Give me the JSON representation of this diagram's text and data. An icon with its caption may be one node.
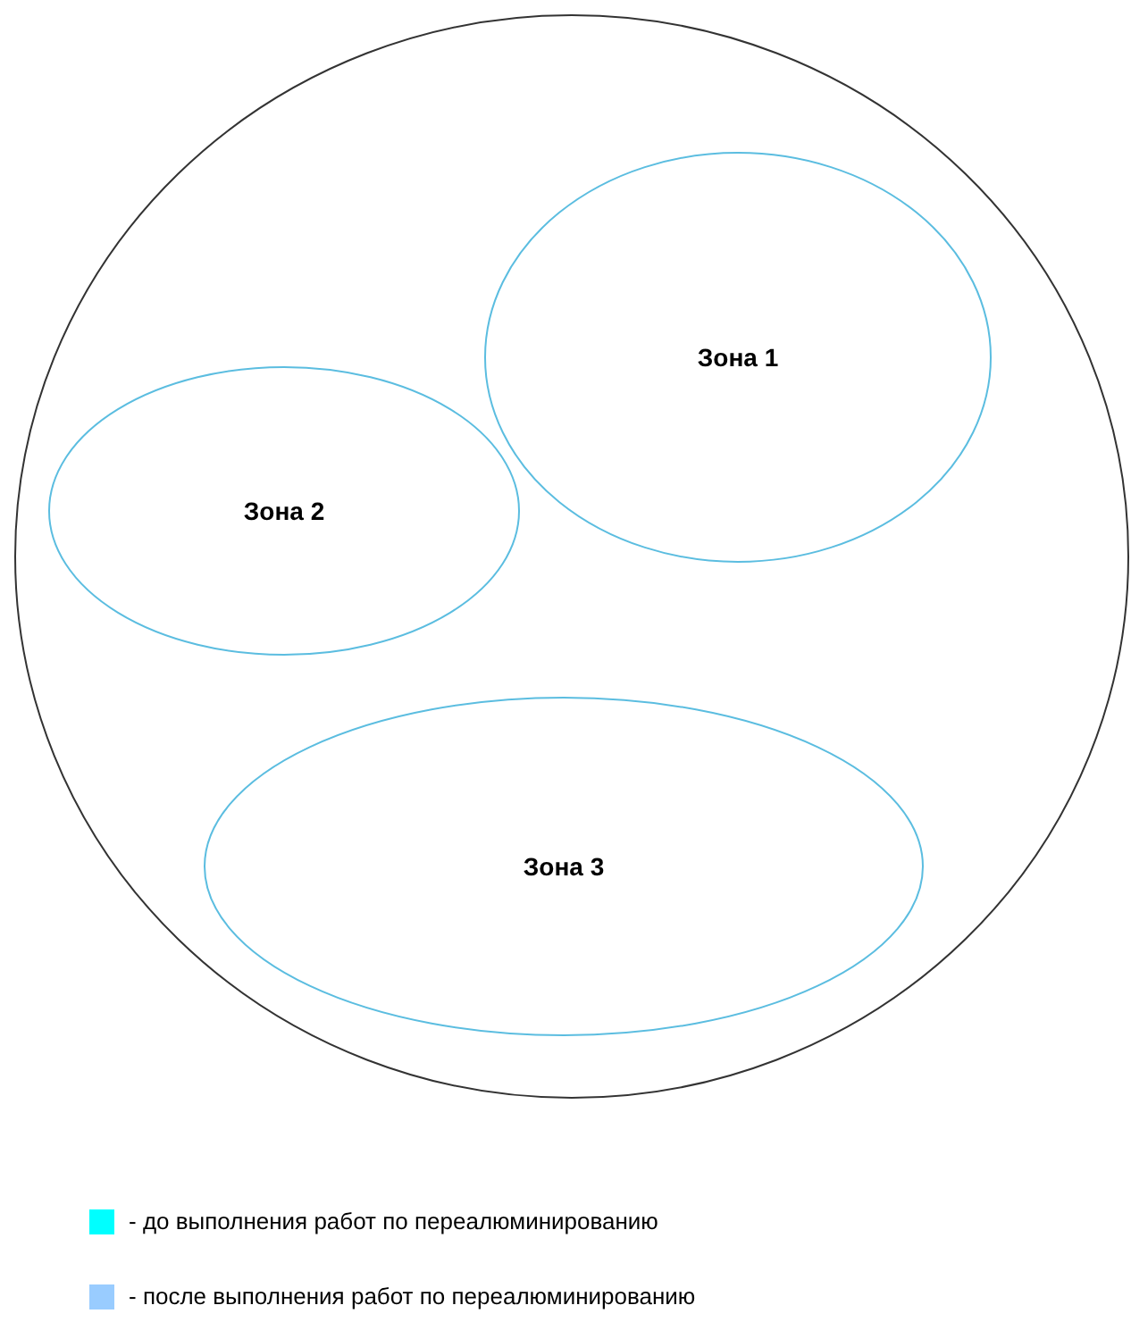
{
  "diagram": {
    "nodes": [
      {
        "text": [],
        "shape": "circle"
      },
      {
        "text": [
          "Зона 1"
        ],
        "in": 0
      },
      {
        "text": [
          "Зона 2"
        ],
        "in": 0
      },
      {
        "text": [
          "Зона 3"
        ],
        "in": 0
      }
    ],
    "legend": [
      {
        "text": "- до выполнения работ по переалюминированию",
        "color": "#00ffff"
      },
      {
        "text": "- после выполнения работ по переалюминированию",
        "color": "#99ccff"
      }
    ]
  }
}
